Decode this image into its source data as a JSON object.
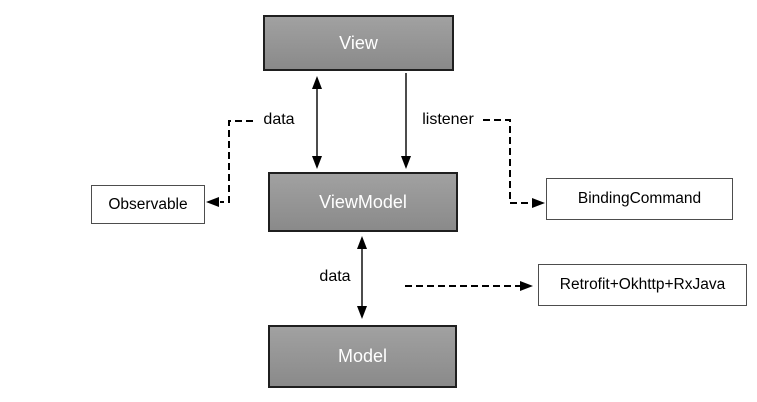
{
  "diagram": {
    "type": "flowchart",
    "nodes": {
      "view": "View",
      "viewmodel": "ViewModel",
      "model": "Model",
      "observable": "Observable",
      "binding_command": "BindingCommand",
      "retrofit": "Retrofit+Okhttp+RxJava"
    },
    "edge_labels": {
      "view_viewmodel_data": "data",
      "view_viewmodel_listener": "listener",
      "viewmodel_model_data": "data"
    },
    "edges": [
      {
        "from": "view",
        "to": "viewmodel",
        "label": "data",
        "style": "solid",
        "arrows": "both"
      },
      {
        "from": "view",
        "to": "viewmodel",
        "label": "listener",
        "style": "solid",
        "arrows": "end"
      },
      {
        "from": "viewmodel",
        "to": "model",
        "label": "data",
        "style": "solid",
        "arrows": "both"
      },
      {
        "from": "data-label",
        "to": "observable",
        "style": "dashed",
        "arrows": "end"
      },
      {
        "from": "listener-label",
        "to": "binding_command",
        "style": "dashed",
        "arrows": "end"
      },
      {
        "from": "viewmodel",
        "to": "retrofit",
        "style": "dashed",
        "arrows": "end"
      }
    ],
    "colors": {
      "node_fill_top": "#a1a1a1",
      "node_fill_bottom": "#8a8a8a",
      "node_border": "#1f1f1f",
      "node_text": "#ffffff",
      "leaf_fill": "#ffffff",
      "leaf_border": "#4d4d4d",
      "leaf_text": "#000000",
      "connector": "#000000",
      "background": "#ffffff"
    }
  }
}
